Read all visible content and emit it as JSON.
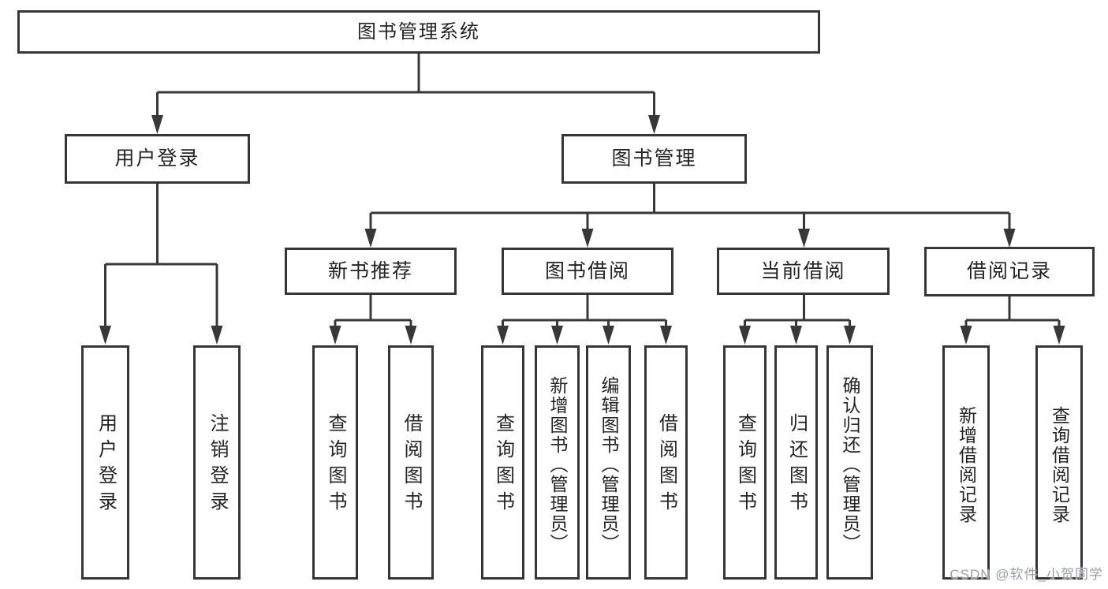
{
  "diagram": {
    "title": "图书管理系统",
    "nodes": {
      "root": {
        "label": "图书管理系统"
      },
      "user_login": {
        "label": "用户登录"
      },
      "book_mgmt": {
        "label": "图书管理"
      },
      "new_book_rec": {
        "label": "新书推荐"
      },
      "book_borrow": {
        "label": "图书借阅"
      },
      "current_borrow": {
        "label": "当前借阅"
      },
      "borrow_record": {
        "label": "借阅记录"
      },
      "leaf_user_login": {
        "label": "用户登录"
      },
      "leaf_logout": {
        "label": "注销登录"
      },
      "leaf_query_book_1": {
        "label": "查询图书"
      },
      "leaf_borrow_book_1": {
        "label": "借阅图书"
      },
      "leaf_query_book_2": {
        "label": "查询图书"
      },
      "leaf_add_book": {
        "label": "新增图书（管理员）"
      },
      "leaf_edit_book": {
        "label": "编辑图书（管理员）"
      },
      "leaf_borrow_book_2": {
        "label": "借阅图书"
      },
      "leaf_query_book_3": {
        "label": "查询图书"
      },
      "leaf_return_book": {
        "label": "归还图书"
      },
      "leaf_confirm_return": {
        "label": "确认归还（管理员）"
      },
      "leaf_add_borrow_record": {
        "label": "新增借阅记录"
      },
      "leaf_query_borrow_record": {
        "label": "查询借阅记录"
      }
    },
    "edges": [
      [
        "图书管理系统",
        "用户登录"
      ],
      [
        "图书管理系统",
        "图书管理"
      ],
      [
        "用户登录",
        "用户登录"
      ],
      [
        "用户登录",
        "注销登录"
      ],
      [
        "图书管理",
        "新书推荐"
      ],
      [
        "图书管理",
        "图书借阅"
      ],
      [
        "图书管理",
        "当前借阅"
      ],
      [
        "图书管理",
        "借阅记录"
      ],
      [
        "新书推荐",
        "查询图书"
      ],
      [
        "新书推荐",
        "借阅图书"
      ],
      [
        "图书借阅",
        "查询图书"
      ],
      [
        "图书借阅",
        "新增图书（管理员）"
      ],
      [
        "图书借阅",
        "编辑图书（管理员）"
      ],
      [
        "图书借阅",
        "借阅图书"
      ],
      [
        "当前借阅",
        "查询图书"
      ],
      [
        "当前借阅",
        "归还图书"
      ],
      [
        "当前借阅",
        "确认归还（管理员）"
      ],
      [
        "借阅记录",
        "新增借阅记录"
      ],
      [
        "借阅记录",
        "查询借阅记录"
      ]
    ]
  },
  "watermark": {
    "text": "CSDN @软件_小贺同学"
  },
  "colors": {
    "background": "#ffffff",
    "box_border": "#363636",
    "connector": "#383838",
    "text": "#242424",
    "watermark": "#9a9cab"
  }
}
